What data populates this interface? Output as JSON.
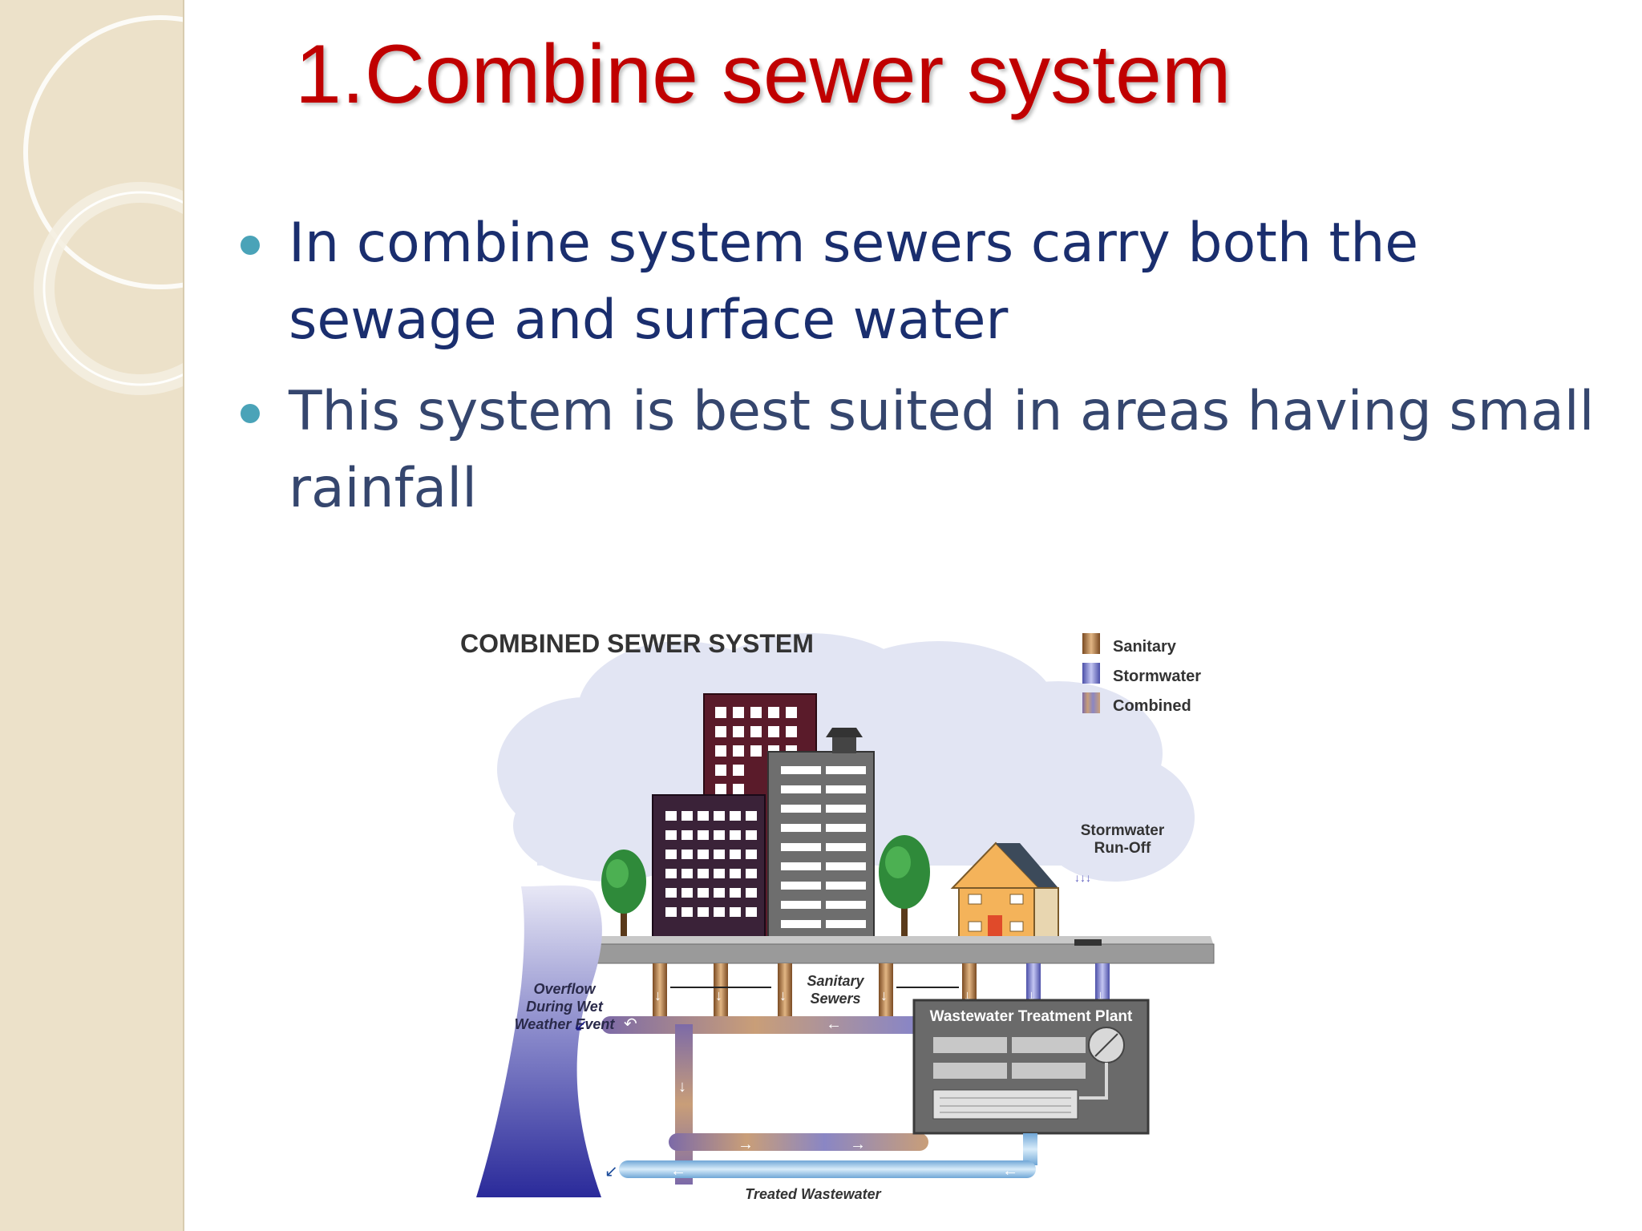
{
  "slide": {
    "title": "1.Combine sewer system",
    "bullets": [
      "In combine system sewers carry both the sewage and surface  water",
      "This system is best suited in areas having small rainfall"
    ]
  },
  "diagram": {
    "title": "COMBINED SEWER SYSTEM",
    "legend": [
      "Sanitary",
      "Stormwater",
      "Combined"
    ],
    "labels": {
      "sanitary_sewers_1": "Sanitary",
      "sanitary_sewers_2": "Sewers",
      "stormwater_runoff_1": "Stormwater",
      "stormwater_runoff_2": "Run-Off",
      "overflow_1": "Overflow",
      "overflow_2": "During Wet",
      "overflow_3": "Weather Event",
      "plant": "Wastewater Treatment Plant",
      "treated": "Treated Wastewater"
    }
  },
  "colors": {
    "title": "#c00000",
    "bullet_dot": "#4aa3b8",
    "text_primary": "#1a2e6e",
    "sidebar": "#ece1c9"
  }
}
